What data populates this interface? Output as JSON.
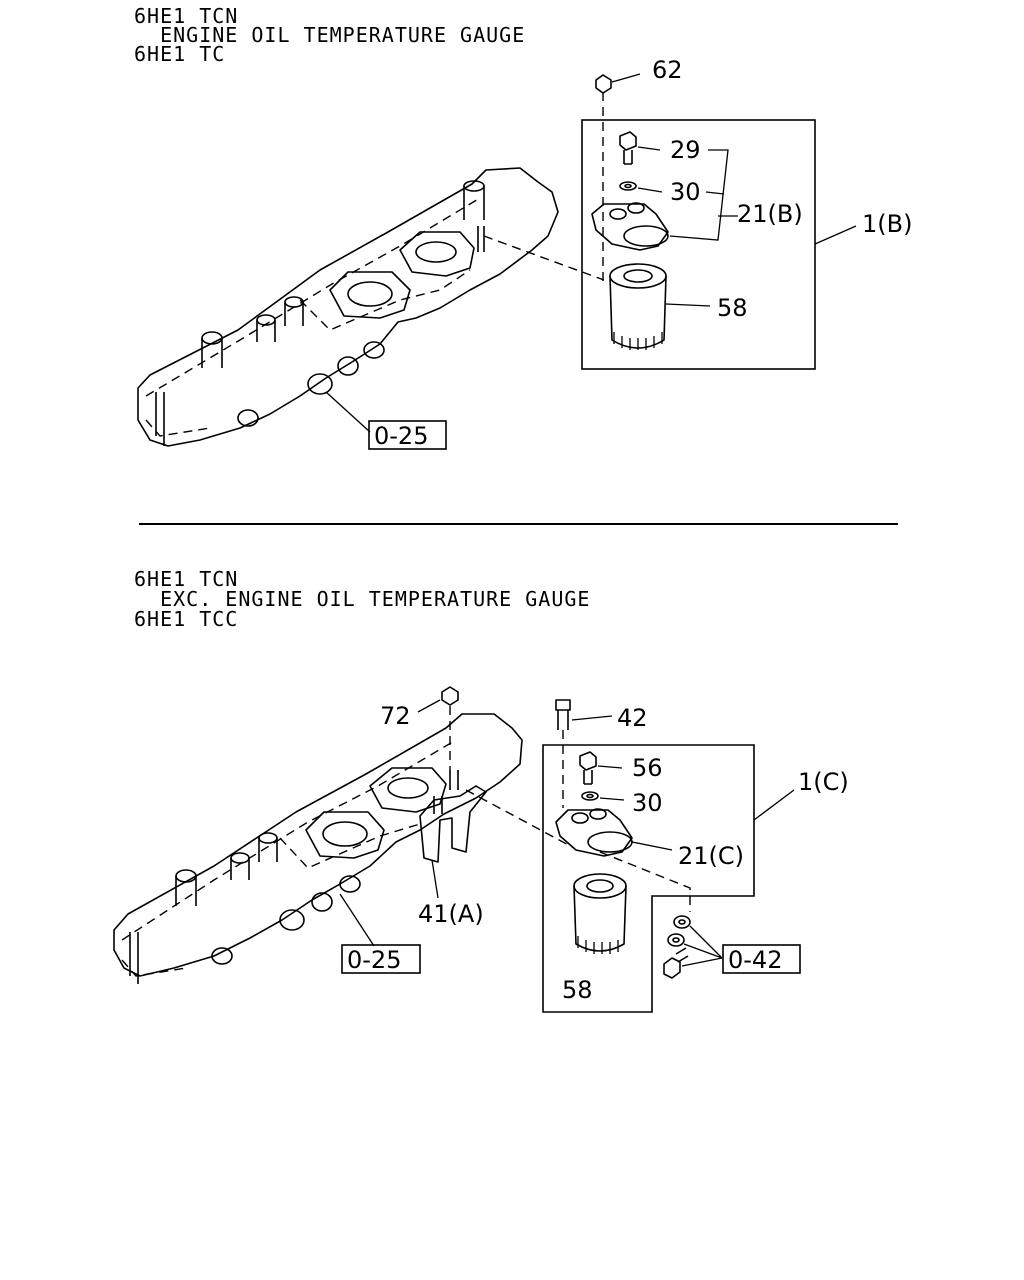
{
  "top": {
    "header": [
      "6HE1 TCN",
      "  ENGINE OIL TEMPERATURE GAUGE",
      "6HE1 TC"
    ],
    "callouts": {
      "nut": "62",
      "bolt": "29",
      "washer": "30",
      "filter_body": "21(B)",
      "assembly": "1(B)",
      "cartridge": "58",
      "ref": "0-25"
    }
  },
  "bottom": {
    "header": [
      "6HE1 TCN",
      "  EXC. ENGINE OIL TEMPERATURE GAUGE",
      "6HE1 TCC"
    ],
    "callouts": {
      "nut": "72",
      "long_bolt": "42",
      "bolt": "56",
      "washer": "30",
      "assembly": "1(C)",
      "filter_body": "21(C)",
      "bracket": "41(A)",
      "ref_manifold": "0-25",
      "ref_hardware": "0-42",
      "cartridge": "58"
    }
  }
}
